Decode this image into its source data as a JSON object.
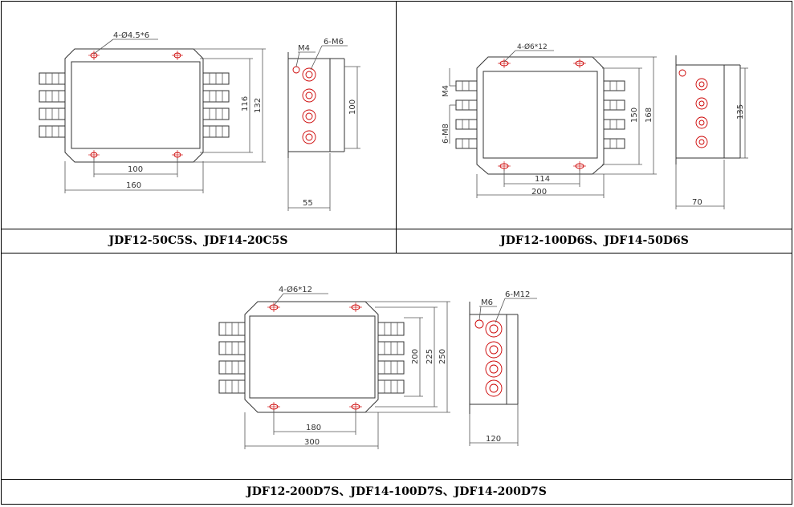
{
  "panels": [
    {
      "caption": "JDF12-50C5S、JDF14-20C5S",
      "labels": {
        "holes": "4-Ø4.5*6",
        "dim_w": "160",
        "dim_hole_w": "100",
        "dim_h": "132",
        "dim_hole_h": "116",
        "side_m_small": "M4",
        "side_m_big": "6-M6",
        "side_h": "100",
        "side_w": "55"
      }
    },
    {
      "caption": "JDF12-100D6S、JDF14-50D6S",
      "labels": {
        "holes": "4-Ø6*12",
        "dim_w": "200",
        "dim_hole_w": "114",
        "dim_h": "168",
        "dim_hole_h": "150",
        "left_m_small": "M4",
        "left_m_big": "6-M8",
        "side_h": "135",
        "side_w": "70"
      }
    },
    {
      "caption": "JDF12-200D7S、JDF14-100D7S、JDF14-200D7S",
      "labels": {
        "holes": "4-Ø6*12",
        "dim_w": "300",
        "dim_hole_w": "180",
        "dim_h": "250",
        "dim_mid_h": "225",
        "dim_hole_h": "200",
        "side_m_small": "M6",
        "side_m_big": "6-M12",
        "side_w": "120"
      }
    }
  ]
}
